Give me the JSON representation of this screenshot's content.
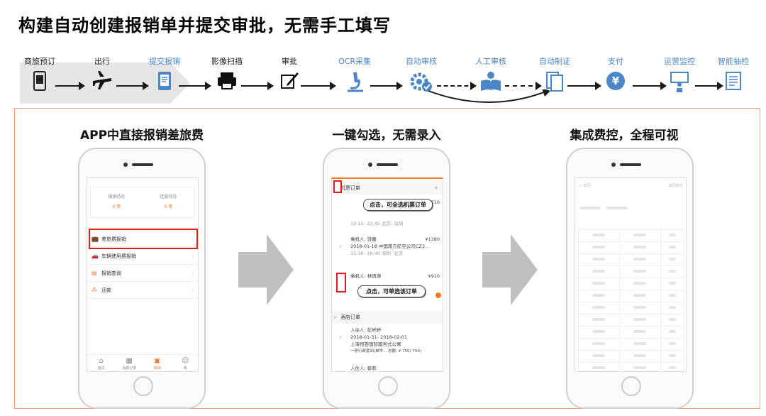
{
  "title": "构建自动创建报销单并提交审批，无需手工填写",
  "flow": {
    "steps": [
      {
        "label": "商旅预订",
        "icon": "mobile-cart-icon",
        "highlight": false
      },
      {
        "label": "出行",
        "icon": "airplane-icon",
        "highlight": false
      },
      {
        "label": "提交报销",
        "icon": "mobile-form-icon",
        "highlight": true
      },
      {
        "label": "影像扫描",
        "icon": "scanner-icon",
        "highlight": false
      },
      {
        "label": "审批",
        "icon": "pen-edit-icon",
        "highlight": false
      },
      {
        "label": "OCR采集",
        "icon": "microscope-icon",
        "highlight": true
      },
      {
        "label": "自动审核",
        "icon": "gear-check-icon",
        "highlight": true
      },
      {
        "label": "人工审核",
        "icon": "reader-icon",
        "highlight": true
      },
      {
        "label": "自动制证",
        "icon": "documents-icon",
        "highlight": true
      },
      {
        "label": "支付",
        "icon": "yen-icon",
        "highlight": true
      },
      {
        "label": "运营监控",
        "icon": "monitor-person-icon",
        "highlight": true
      },
      {
        "label": "智能抽检",
        "icon": "report-icon",
        "highlight": true
      }
    ],
    "colors": {
      "blue": "#4a86c8",
      "dark": "#1a1a1a"
    }
  },
  "columns": [
    {
      "title": "APP中直接报销差旅费"
    },
    {
      "title": "一键勾选，无需录入"
    },
    {
      "title": "集成费控，全程可视"
    }
  ],
  "phone1": {
    "summary": [
      {
        "label": "报销待办",
        "value": "0 笔"
      },
      {
        "label": "还款待办",
        "value": "0 笔"
      }
    ],
    "menu": [
      {
        "label": "差旅费报销",
        "icon": "briefcase-icon"
      },
      {
        "label": "车辆使用费报销",
        "icon": "car-icon"
      },
      {
        "label": "报销查询",
        "icon": "document-icon"
      },
      {
        "label": "还款",
        "icon": "coins-icon"
      }
    ],
    "tabs": [
      {
        "label": "首页",
        "icon": "home-icon"
      },
      {
        "label": "消费记录",
        "icon": "receipt-icon"
      },
      {
        "label": "报销",
        "icon": "reimburse-icon"
      },
      {
        "label": "我",
        "icon": "person-icon"
      }
    ]
  },
  "phone2": {
    "flight_header": "机票订单",
    "callout_all": "点击，可全选机票订单",
    "callout_single": "点击，可单选该订单",
    "flight1": {
      "price": "¥1710",
      "time": "19:15- 22:45 北京- 深圳"
    },
    "flight2": {
      "passenger": "乘机人: 饶蕾",
      "price": "¥1380",
      "date": "2018-01-18 中国南方航空公司CZ3...",
      "time": "15:30- 18:40 深圳- 北京"
    },
    "flight3": {
      "passenger": "乘机人: 林倩源",
      "price": "¥910"
    },
    "hotel_header": "酒店订单",
    "hotel1": {
      "guest": "入住人: 彭婷婷",
      "date": "2018-01-31- 2018-02-01",
      "name": "上海恒荟国际服务式公寓",
      "detail": "一房行政套间(单早... 总额: ¥ 750( 750)"
    },
    "hotel2": {
      "guest": "入住人: 蔡莉"
    }
  },
  "phone3": {
    "back": "< 返回",
    "title_right": "集团费控"
  }
}
